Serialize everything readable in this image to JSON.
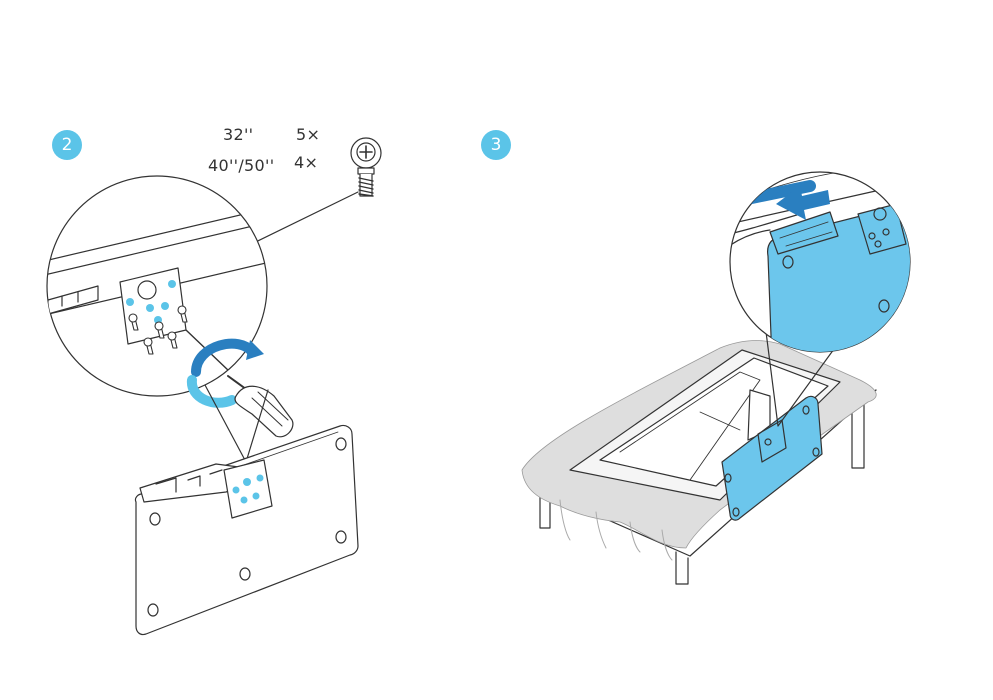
{
  "colors": {
    "accent": "#5bc4e8",
    "part_fill": "#6cc6ec",
    "arrow_blue": "#2a7fc0",
    "line": "#333333",
    "sheet": "#dedede"
  },
  "step2": {
    "badge": "2",
    "sizes": [
      {
        "size": "32''",
        "count": "5×"
      },
      {
        "size": "40''/50''",
        "count": "4×"
      }
    ],
    "icon": "screw-icon"
  },
  "step3": {
    "badge": "3"
  }
}
